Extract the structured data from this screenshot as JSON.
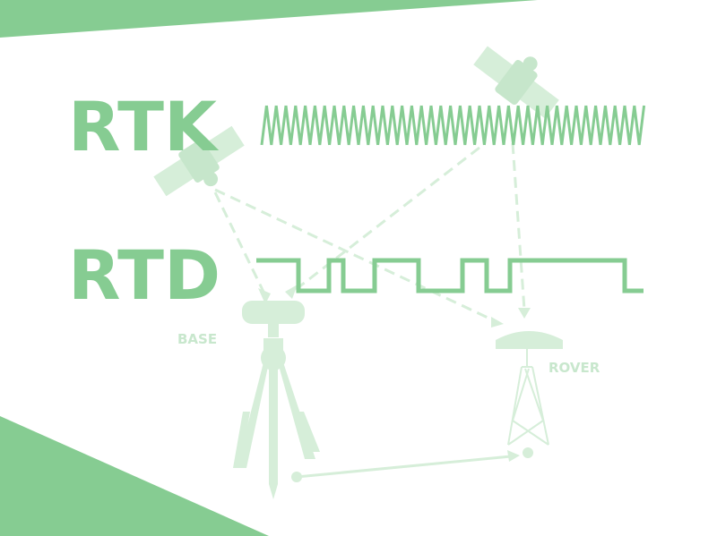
{
  "labels": {
    "rtk": "RTK",
    "rtd": "RTD",
    "base": "BASE",
    "rover": "ROVER"
  },
  "colors": {
    "primary": "#86cc92",
    "faded": "#d6eed9",
    "faded_dark": "#c6e6cb",
    "text_faded": "#c8e7cd",
    "background": "#ffffff"
  }
}
